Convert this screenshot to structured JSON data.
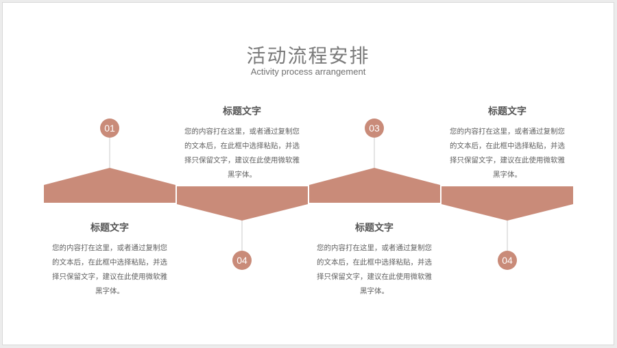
{
  "title": "活动流程安排",
  "subtitle": "Activity process arrangement",
  "colors": {
    "accent": "#c98b79",
    "connector": "#c8c8c8",
    "text": "#606060"
  },
  "steps": [
    {
      "number": "01",
      "heading": "标题文字",
      "body": "您的内容打在这里，或者通过复制您的文本后，在此框中选择粘贴，并选择只保留文字，建议在此使用微软雅黑字体。"
    },
    {
      "number": "04",
      "heading": "标题文字",
      "body": "您的内容打在这里，或者通过复制您的文本后，在此框中选择粘贴，并选择只保留文字，建议在此使用微软雅黑字体。"
    },
    {
      "number": "03",
      "heading": "标题文字",
      "body": "您的内容打在这里，或者通过复制您的文本后，在此框中选择粘贴，并选择只保留文字，建议在此使用微软雅黑字体。"
    },
    {
      "number": "04",
      "heading": "标题文字",
      "body": "您的内容打在这里，或者通过复制您的文本后，在此框中选择粘贴，并选择只保留文字，建议在此使用微软雅黑字体。"
    }
  ]
}
